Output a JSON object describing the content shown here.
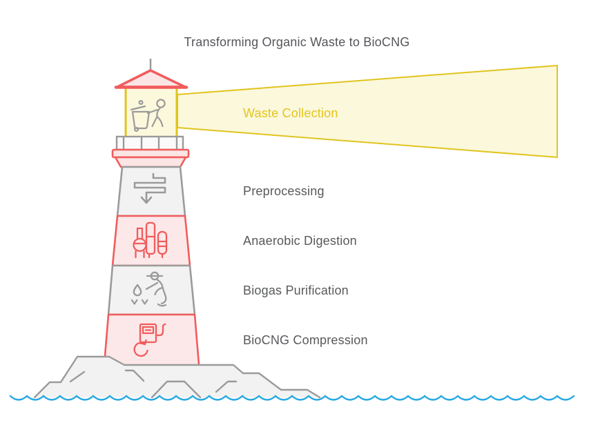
{
  "title": "Transforming Organic Waste to BioCNG",
  "beam": {
    "label": "Waste Collection",
    "icon": "waste-collection-icon"
  },
  "stages": [
    {
      "label": "Preprocessing",
      "icon": "preprocessing-icon",
      "tone": "gray"
    },
    {
      "label": "Anaerobic Digestion",
      "icon": "anaerobic-digestion-icon",
      "tone": "red"
    },
    {
      "label": "Biogas Purification",
      "icon": "biogas-purification-icon",
      "tone": "gray"
    },
    {
      "label": "BioCNG Compression",
      "icon": "biocng-compression-icon",
      "tone": "red"
    }
  ],
  "colors": {
    "accent_red": "#f15b5c",
    "pink_fill": "#fce8e8",
    "gray_stroke": "#9a9a9a",
    "light_gray_fill": "#f2f2f2",
    "gold_stroke": "#e0c41e",
    "pale_yellow_fill": "#fbf8dc",
    "yellow_text": "#e3c51d",
    "dark_text": "#58595b",
    "wave_blue": "#29a9e1",
    "background": "#ffffff"
  }
}
